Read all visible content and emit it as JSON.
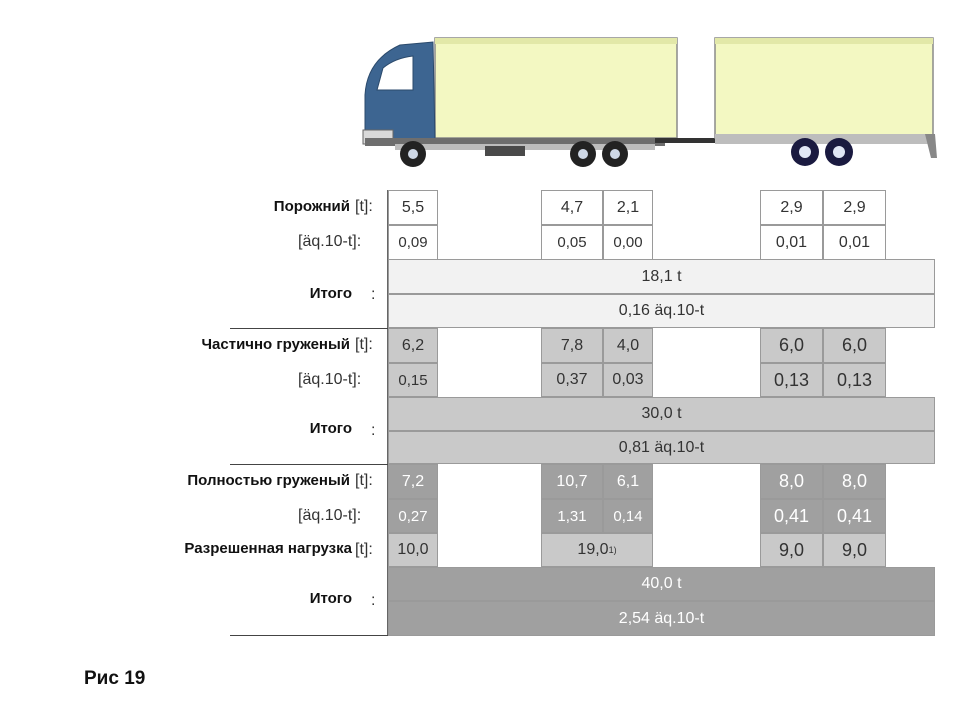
{
  "figure_caption": "Рис 19",
  "rows": {
    "empty": {
      "label": "Порожний",
      "unit_t": "[t]:",
      "unit_aq": "[äq.10-t]:",
      "t": [
        "5,5",
        "4,7",
        "2,1",
        "2,9",
        "2,9"
      ],
      "aq": [
        "0,09",
        "0,05",
        "0,00",
        "0,01",
        "0,01"
      ],
      "total_label": "Итого",
      "total_t": "18,1 t",
      "total_aq": "0,16 äq.10-t"
    },
    "partial": {
      "label": "Частично груженый",
      "unit_t": "[t]:",
      "unit_aq": "[äq.10-t]:",
      "t": [
        "6,2",
        "7,8",
        "4,0",
        "6,0",
        "6,0"
      ],
      "aq": [
        "0,15",
        "0,37",
        "0,03",
        "0,13",
        "0,13"
      ],
      "total_label": "Итого",
      "total_t": "30,0 t",
      "total_aq": "0,81 äq.10-t"
    },
    "full": {
      "label": "Полностью груженый",
      "unit_t": "[t]:",
      "unit_aq": "[äq.10-t]:",
      "t": [
        "7,2",
        "10,7",
        "6,1",
        "8,0",
        "8,0"
      ],
      "aq": [
        "0,27",
        "1,31",
        "0,14",
        "0,41",
        "0,41"
      ],
      "total_label": "Итого",
      "total_t": "40,0 t",
      "total_aq": "2,54 äq.10-t"
    },
    "allowed": {
      "label": "Разрешенная нагрузка",
      "unit_t": "[t]:",
      "front": "10,0",
      "tandem": "19,0",
      "tandem_note": "1)",
      "trailer": [
        "9,0",
        "9,0"
      ]
    }
  },
  "colors": {
    "cab": "#3d6591",
    "body": "#f3f8c2",
    "light_cell": "#f2f2f2",
    "mid_cell": "#c9c9c9",
    "dark_cell": "#a0a0a0"
  }
}
